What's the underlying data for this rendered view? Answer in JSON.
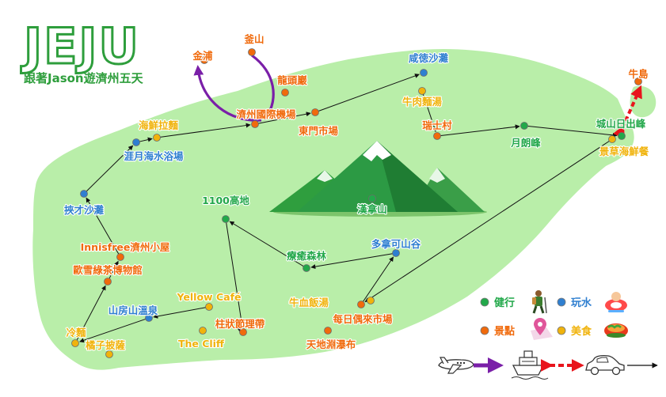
{
  "title": "JEJU",
  "subtitle": "跟著Jason遊濟州五天",
  "colors": {
    "hiking": "#22a84a",
    "water": "#2f7fd0",
    "scenic": "#f06a0c",
    "food": "#f0b30c",
    "island": "#b9eea9",
    "title_green": "#2e9e3c",
    "flight_arrow": "#7a1fa8",
    "ferry_arrow": "#e8141c"
  },
  "places": [
    {
      "name": "釜山",
      "category": "scenic",
      "label_color": "scenic"
    },
    {
      "name": "金浦",
      "category": "scenic",
      "label_color": "scenic"
    },
    {
      "name": "龍頭巖",
      "category": "scenic",
      "label_color": "scenic"
    },
    {
      "name": "濟州國際機場",
      "category": "scenic",
      "label_color": "scenic"
    },
    {
      "name": "東門市場",
      "category": "scenic",
      "label_color": "scenic"
    },
    {
      "name": "咸徳沙灘",
      "category": "water",
      "label_color": "water"
    },
    {
      "name": "牛肉麵湯",
      "category": "food",
      "label_color": "food"
    },
    {
      "name": "瑞士村",
      "category": "scenic",
      "label_color": "scenic"
    },
    {
      "name": "月朗峰",
      "category": "hiking",
      "label_color": "hiking"
    },
    {
      "name": "牛島",
      "category": "scenic",
      "label_color": "scenic"
    },
    {
      "name": "城山日出峰",
      "category": "hiking",
      "label_color": "hiking"
    },
    {
      "name": "景草海鮮餐",
      "category": "food",
      "label_color": "food"
    },
    {
      "name": "海鮮拉麵",
      "category": "food",
      "label_color": "food"
    },
    {
      "name": "涯月海水浴場",
      "category": "water",
      "label_color": "water"
    },
    {
      "name": "挾才沙灘",
      "category": "water",
      "label_color": "water"
    },
    {
      "name": "1100高地",
      "category": "hiking",
      "label_color": "hiking"
    },
    {
      "name": "漢拿山",
      "category": "hiking",
      "label_color": "hiking"
    },
    {
      "name": "多拿可山谷",
      "category": "water",
      "label_color": "water"
    },
    {
      "name": "療癒森林",
      "category": "hiking",
      "label_color": "hiking"
    },
    {
      "name": "Innisfree濟州小屋",
      "category": "scenic",
      "label_color": "scenic"
    },
    {
      "name": "歐雪綠茶博物館",
      "category": "scenic",
      "label_color": "scenic"
    },
    {
      "name": "牛血飯湯",
      "category": "food",
      "label_color": "food"
    },
    {
      "name": "每日偶來市場",
      "category": "scenic",
      "label_color": "scenic"
    },
    {
      "name": "天地淵瀑布",
      "category": "scenic",
      "label_color": "scenic"
    },
    {
      "name": "Yellow Café",
      "category": "food",
      "label_color": "food"
    },
    {
      "name": "山房山溫泉",
      "category": "water",
      "label_color": "water"
    },
    {
      "name": "柱狀節理帶",
      "category": "scenic",
      "label_color": "scenic"
    },
    {
      "name": "The Cliff",
      "category": "food",
      "label_color": "food"
    },
    {
      "name": "冷麵",
      "category": "food",
      "label_color": "food"
    },
    {
      "name": "橘子披薩",
      "category": "food",
      "label_color": "food"
    }
  ],
  "legend": [
    {
      "key": "hiking",
      "label": "健行",
      "icon": "hiker-icon"
    },
    {
      "key": "water",
      "label": "玩水",
      "icon": "swim-ring-icon"
    },
    {
      "key": "scenic",
      "label": "景點",
      "icon": "map-pin-icon"
    },
    {
      "key": "food",
      "label": "美食",
      "icon": "food-bowl-icon"
    }
  ],
  "transport": [
    "airplane-icon",
    "ferry-icon",
    "car-icon"
  ]
}
